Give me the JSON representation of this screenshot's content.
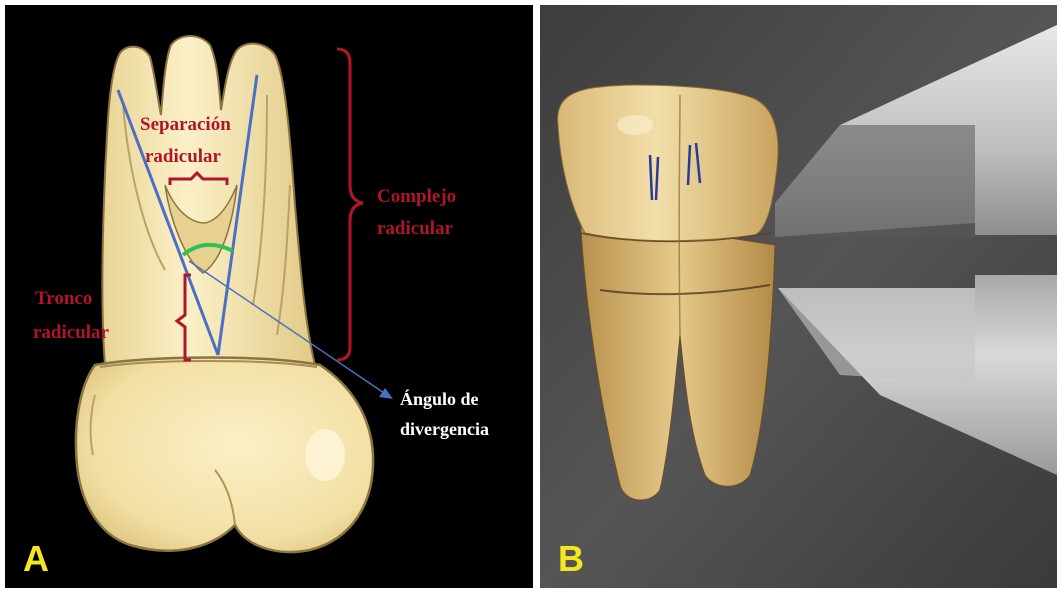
{
  "panel_a": {
    "letter": "A",
    "labels": {
      "root_separation_line1": "Separación",
      "root_separation_line2": "radicular",
      "root_complex_line1": "Complejo",
      "root_complex_line2": "radicular",
      "root_trunk_line1": "Tronco",
      "root_trunk_line2": "radicular",
      "divergence_angle_line1": "Ángulo de",
      "divergence_angle_line2": "divergencia"
    }
  },
  "panel_b": {
    "letter": "B"
  },
  "colors": {
    "label_red": "#b0152a",
    "angle_lines_blue": "#4a6fc4",
    "angle_arc_green": "#2fbf55",
    "tooth_fill": "#f6e7b2",
    "panel_letter_yellow": "#f5e61e"
  }
}
